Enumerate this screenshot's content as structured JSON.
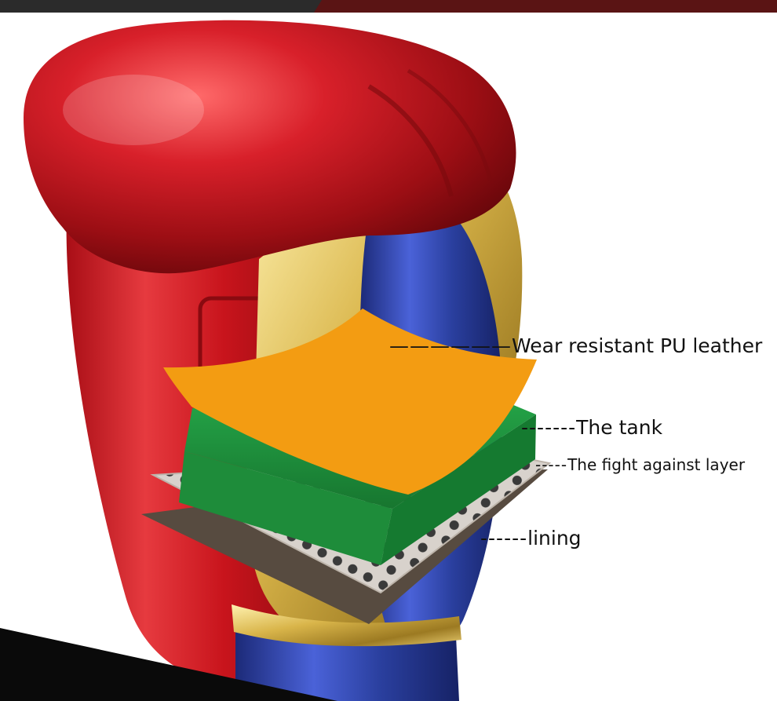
{
  "colors": {
    "glove_red": "#c8141c",
    "glove_gold": "#d9b54a",
    "glove_blue": "#2a3f9e",
    "pu_leather": "#f39c12",
    "tank": "#1e8c3a",
    "fight_layer": "#d8d2cc",
    "lining": "#574b40",
    "top_bar_dark": "#5a1414",
    "bottom_black": "#0a0a0a"
  },
  "icons": [
    "boxing-glove-illustration"
  ],
  "labels": {
    "pu_leather": {
      "dashes": "——————",
      "text": "Wear resistant PU leather"
    },
    "tank": {
      "dashes": "-------",
      "text": "The tank"
    },
    "fight_layer": {
      "dashes": "-----",
      "text": "The fight against layer"
    },
    "lining": {
      "dashes": "------",
      "text": "lining"
    }
  }
}
